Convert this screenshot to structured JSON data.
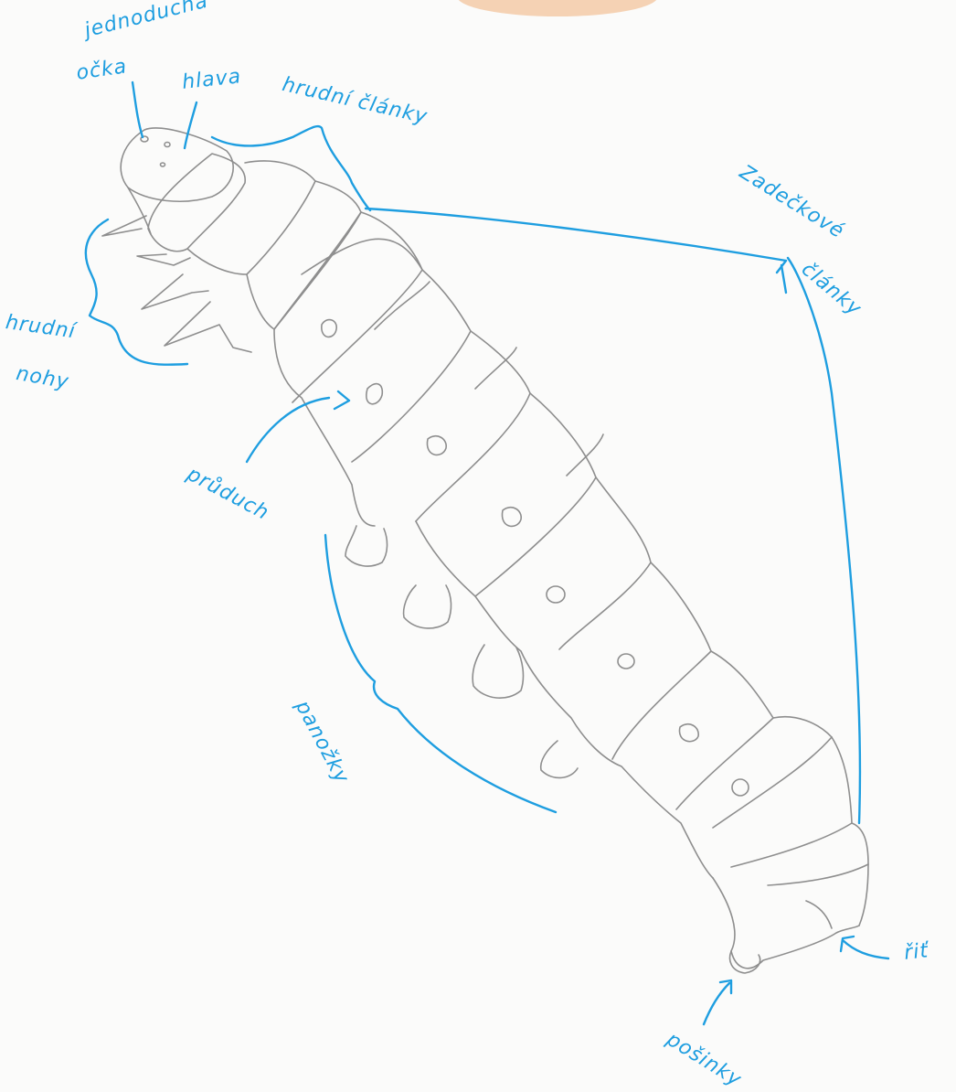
{
  "colors": {
    "ink": "#1e9ee0",
    "pencil": "#8e8e8e",
    "paper": "#fbfbfa",
    "stain": "#f0b07a"
  },
  "labels": {
    "simple_eyes_1": "jednoduchá",
    "simple_eyes_2": "očka",
    "head": "hlava",
    "thoracic_segments": "hrudní články",
    "abdominal_segments_1": "Zadečkové",
    "abdominal_segments_2": "články",
    "thoracic_legs_1": "hrudní",
    "thoracic_legs_2": "nohy",
    "spiracle": "průduch",
    "prolegs": "panožky",
    "anus": "řiť",
    "claspers": "pošinky"
  }
}
